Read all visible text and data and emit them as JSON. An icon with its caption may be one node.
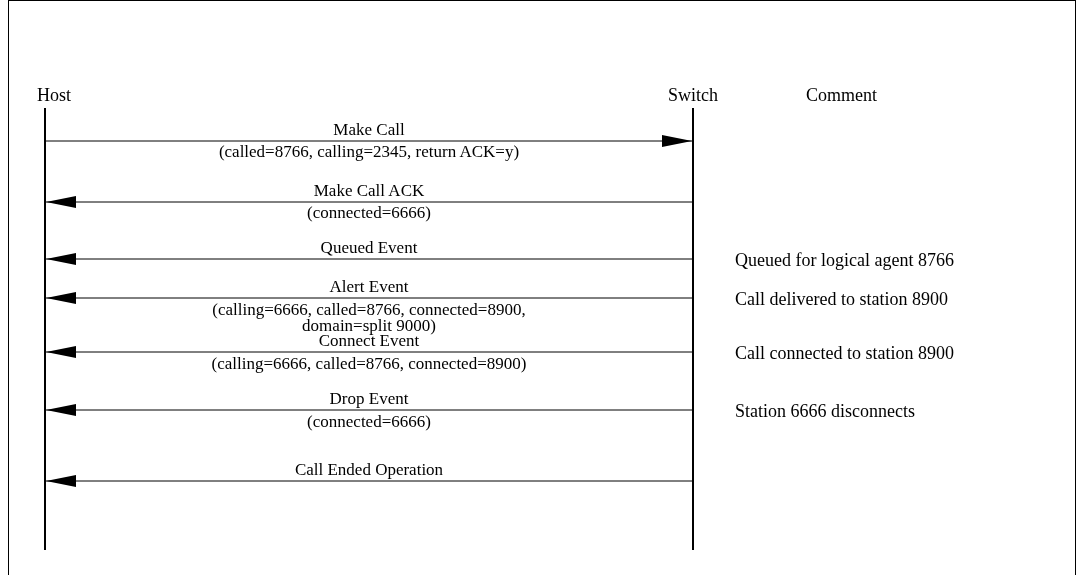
{
  "diagram": {
    "nodes": [
      {
        "text": [
          "Host"
        ]
      },
      {
        "text": [
          "Switch"
        ]
      },
      {
        "text": [],
        "shape": "bar"
      },
      {
        "text": [],
        "shape": "bar"
      }
    ],
    "edges": [
      {
        "from": 2,
        "to": 3,
        "arrow": "to",
        "label": "Make Call"
      },
      {
        "from": 3,
        "to": 2,
        "arrow": "to",
        "label": "Make Call ACK"
      },
      {
        "from": 3,
        "to": 2,
        "arrow": "to",
        "label": "Queued Event"
      },
      {
        "from": 3,
        "to": 2,
        "arrow": "to",
        "label": "Alert Event"
      },
      {
        "from": 3,
        "to": 2,
        "arrow": "to",
        "label": "Connect Event"
      },
      {
        "from": 3,
        "to": 2,
        "arrow": "to",
        "label": "Drop Event"
      },
      {
        "from": 3,
        "to": 2,
        "arrow": "to",
        "label": "Call Ended Operation"
      }
    ],
    "labels": [
      "Comment",
      "(called=8766, calling=2345, return ACK=y)",
      "(connected=6666)",
      "Queued for logical agent 8766",
      "Call delivered to station 8900",
      "(calling=6666, called=8766, connected=8900, domain=split 9000)",
      "Call connected to station 8900",
      "(calling=6666, called=8766, connected=8900)",
      "Station 6666 disconnects",
      "(connected=6666)"
    ]
  }
}
